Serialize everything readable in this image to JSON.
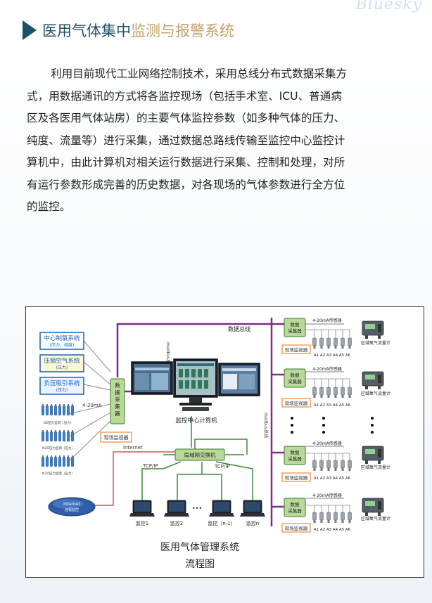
{
  "brand": "Bluesky",
  "section": {
    "title_main": "医用气体集中",
    "title_accent": "监测与报警系统"
  },
  "body_text": [
    "利用目前现代工业网络控制技术，采用总线分布式数据采集方",
    "式，用数据通讯的方式将各监控现场（包括手术室、ICU、普通病",
    "区及各医用气体站房）的主要气体监控参数（如多种气体的压力、",
    "纯度、流量等）进行采集，通过数据总路线传输至监控中心监控计",
    "算机中，由此计算机对相关运行数据进行采集、控制和处理，对所",
    "有运行参数形成完善的历史数据，对各现场的气体参数进行全方位",
    "的监控。"
  ],
  "diagram": {
    "systems": [
      {
        "name": "中心制氧系统",
        "sub": "(压力、纯度)"
      },
      {
        "name": "压缩空气系统",
        "sub": "(压力)"
      },
      {
        "name": "负压吸引系统",
        "sub": "(压力)"
      }
    ],
    "collector": "数据采集器",
    "collector_short": "数据采集器",
    "field_monitor": "现场监视器",
    "signal": "4-20mA",
    "sensor_label": "4-20mA传感器",
    "sensor_ids": "A1 A2 A3 A4 A5 A6",
    "flowmeter": "区域氧气流量计",
    "data_bus": "数据总线",
    "modbus": "modbus总线",
    "center_pc": "监控中心计算机",
    "switch": "局域网交换机",
    "internet": "internet",
    "tcpip": "TCP/IP",
    "cloud_title": "Internet",
    "cloud_sub": "远程监控",
    "gas_groups": [
      "O2压力监测（压力）",
      "N2O压力监测（压力）",
      "N2O压力监测（压力）"
    ],
    "terminals": [
      "监控1",
      "监控2",
      "监控（n-1）",
      "监控n"
    ],
    "ellipsis": "•••",
    "caption_1": "医用气体管理系统",
    "caption_2": "流程图"
  },
  "colors": {
    "title_dark": "#1f4f66",
    "title_accent": "#c3a36a",
    "bus_purple": "#7b2d82",
    "link_green": "#3a8a3a",
    "collector_green": "#b9d99a",
    "monitor_orange": "#f08a3a",
    "system_blue": "#1a5fb4"
  }
}
